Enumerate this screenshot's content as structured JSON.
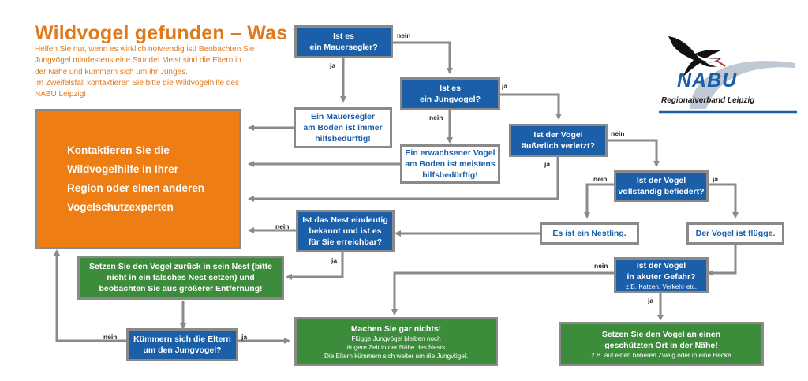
{
  "header": {
    "title": "Wildvogel gefunden – Was tun?",
    "intro_lines": [
      "Helfen Sie nur, wenn es wirklich notwendig ist! Beobachten Sie",
      "Jungvögel mindestens eine Stunde! Meist sind die Eltern in",
      "der Nähe und kümmern sich um ihr Junges.",
      "Im Zweifelsfall kontaktieren Sie bitte die Wildvogelhilfe des",
      "NABU Leipzig!"
    ]
  },
  "logo": {
    "name": "NABU",
    "subtitle": "Regionalverband Leipzig"
  },
  "big_box": {
    "lines": [
      "Kontaktieren Sie die",
      "Wildvogelhilfe in Ihrer",
      "Region oder einen anderen",
      "Vogelschutzexperten"
    ]
  },
  "nodes": {
    "mauersegler_q": [
      "Ist es",
      "ein Mauersegler?"
    ],
    "mauersegler_a": [
      "Ein Mauersegler",
      "am Boden ist immer",
      "hilfsbedürftig!"
    ],
    "jungvogel_q": [
      "Ist es",
      "ein Jungvogel?"
    ],
    "erwachsen_a": [
      "Ein erwachsener Vogel",
      "am Boden ist meistens",
      "hilfsbedürftig!"
    ],
    "verletzt_q": [
      "Ist der Vogel",
      "äußerlich verletzt?"
    ],
    "befiedert_q": [
      "Ist der Vogel",
      "vollständig befiedert?"
    ],
    "nestling_a": "Es ist ein Nestling.",
    "fluegge_a": "Der Vogel ist flügge.",
    "nest_q": [
      "Ist das Nest eindeutig",
      "bekannt und ist es",
      "für Sie erreichbar?"
    ],
    "nest_a": [
      "Setzen Sie den Vogel zurück in sein Nest (bitte",
      "nicht in ein falsches Nest setzen) und",
      "beobachten Sie aus größerer Entfernung!"
    ],
    "gefahr_q": [
      "Ist der Vogel",
      "in akuter Gefahr?"
    ],
    "gefahr_sub": "z.B. Katzen, Verkehr etc.",
    "eltern_q": [
      "Kümmern sich die Eltern",
      "um den Jungvogel?"
    ],
    "nichts_title": "Machen Sie gar nichts!",
    "nichts_sub": [
      "Flügge Jungvögel bleiben  noch",
      "längere Zeit in der Nähe des Nests.",
      "Die Eltern kümmern sich weiter um die Jungvögel."
    ],
    "schutz_title": [
      "Setzen Sie den Vogel an einen",
      "geschützten Ort in der Nähe!"
    ],
    "schutz_sub": "z.B. auf einen höheren Zweig oder in eine Hecke"
  },
  "labels": {
    "yes": "ja",
    "no": "nein"
  },
  "colors": {
    "question_blue": "#1a5fa8",
    "answer_green": "#3c8c3c",
    "contact_orange": "#ee7d13",
    "title_orange": "#e07a1f",
    "arrow_grey": "#8a8a8a"
  },
  "icons": [
    "stork-icon"
  ]
}
